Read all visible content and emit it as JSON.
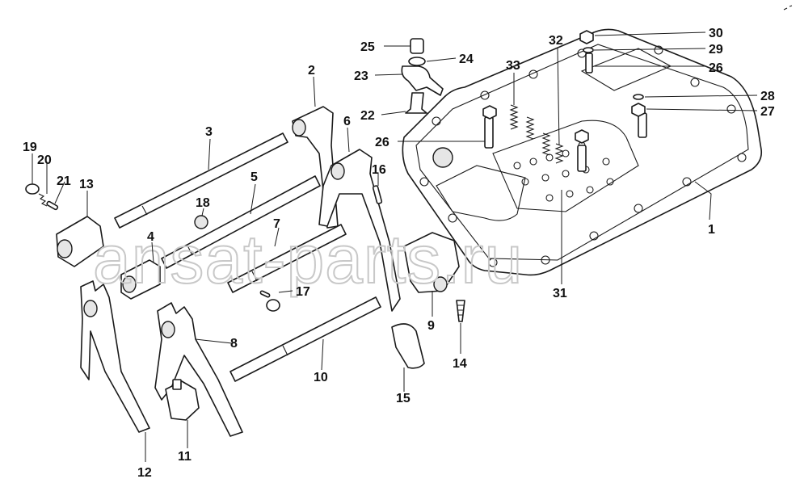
{
  "watermark": "ansat-parts.ru",
  "callouts": [
    {
      "id": "1",
      "label": "1"
    },
    {
      "id": "2",
      "label": "2"
    },
    {
      "id": "3",
      "label": "3"
    },
    {
      "id": "4",
      "label": "4"
    },
    {
      "id": "5",
      "label": "5"
    },
    {
      "id": "6",
      "label": "6"
    },
    {
      "id": "7",
      "label": "7"
    },
    {
      "id": "8",
      "label": "8"
    },
    {
      "id": "9",
      "label": "9"
    },
    {
      "id": "10",
      "label": "10"
    },
    {
      "id": "11",
      "label": "11"
    },
    {
      "id": "12",
      "label": "12"
    },
    {
      "id": "13",
      "label": "13"
    },
    {
      "id": "14",
      "label": "14"
    },
    {
      "id": "15",
      "label": "15"
    },
    {
      "id": "16",
      "label": "16"
    },
    {
      "id": "17",
      "label": "17"
    },
    {
      "id": "18",
      "label": "18"
    },
    {
      "id": "19",
      "label": "19"
    },
    {
      "id": "20",
      "label": "20"
    },
    {
      "id": "21",
      "label": "21"
    },
    {
      "id": "22",
      "label": "22"
    },
    {
      "id": "23",
      "label": "23"
    },
    {
      "id": "24",
      "label": "24"
    },
    {
      "id": "25",
      "label": "25"
    },
    {
      "id": "26a",
      "label": "26"
    },
    {
      "id": "26b",
      "label": "26"
    },
    {
      "id": "27",
      "label": "27"
    },
    {
      "id": "28",
      "label": "28"
    },
    {
      "id": "29",
      "label": "29"
    },
    {
      "id": "30",
      "label": "30"
    },
    {
      "id": "31",
      "label": "31"
    },
    {
      "id": "32",
      "label": "32"
    },
    {
      "id": "33",
      "label": "33"
    }
  ]
}
